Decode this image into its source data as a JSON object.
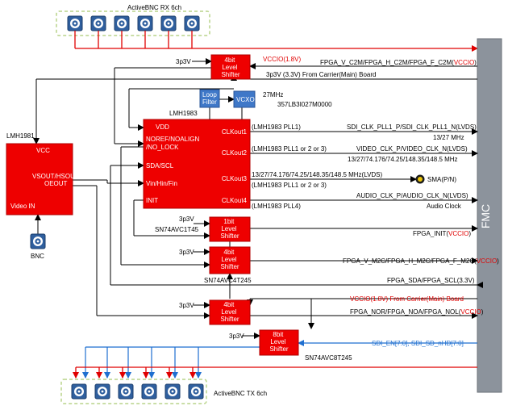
{
  "connectors": {
    "rx_title": "ActiveBNC RX 6ch",
    "tx_title": "ActiveBNC TX 6ch",
    "bnc_label": "BNC",
    "sma_label": "SMA(P/N)"
  },
  "fmc": {
    "label": "FMC"
  },
  "chips": {
    "lmh1981": {
      "name": "LMH1981",
      "vcc": "VCC",
      "pins": "VSOUT/HSOUT/\nOEOUT",
      "video_in": "Video IN"
    },
    "lmh1983": {
      "name": "LMH1983",
      "vdd": "VDD",
      "noref": "NOREF/NOALIGN\n/NO_LOCK",
      "sda": "SDA/SCL",
      "vin": "Vin/Hin/Fin",
      "init": "INIT",
      "clk1": "CLKout1",
      "clk2": "CLKout2",
      "clk3": "CLKout3",
      "clk4": "CLKout4"
    },
    "loop_filter": "Loop\nFilter",
    "vcxo": "VCXO",
    "vcxo_freq": "27MHz",
    "vcxo_part": "357LB3I027M0000"
  },
  "shifters": [
    {
      "label": "4bit\nLevel\nShifter",
      "supply": "3p3V",
      "part": ""
    },
    {
      "label": "1bit\nLevel\nShifter",
      "supply": "3p3V",
      "part": "SN74AVC1T45"
    },
    {
      "label": "4bit\nLevel\nShifter",
      "supply": "3p3V",
      "part": "SN74AVC4T245"
    },
    {
      "label": "4bit\nLevel\nShifter",
      "supply": "3p3V",
      "part": ""
    },
    {
      "label": "8bit\nLevel\nShifter",
      "supply": "3p3V",
      "part": "SN74AVC8T245"
    }
  ],
  "signals": {
    "vccio_top": "VCCIO(1.8V)",
    "fpga_v_c2m": "FPGA_V_C2M/FPGA_H_C2M/FPGA_F_C2M(",
    "vccio": "VCCIO",
    "close_paren": ")",
    "carrier_3p3": "3p3V (3.3V) From Carrier(Main) Board",
    "pll1_tag": "(LMH1983 PLL1)",
    "sdi_clk": "SDI_CLK_PLL1_P/SDI_CLK_PLL1_N(LVDS)",
    "freq_13_27": "13/27 MHz",
    "pll_1or2or3": "(LMH1983 PLL1 or 2 or 3)",
    "video_clk": "VIDEO_CLK_P/VIDEO_CLK_N(LVDS)",
    "freq_list": "13/27/74.176/74.25/148.35/148.5  MHz",
    "clk3_freq": "13/27/74.176/74.25/148.35/148.5  MHz(LVDS)",
    "pll4_tag": "(LMH1983 PLL4)",
    "audio_clk": "AUDIO_CLK_P/AUDIO_CLK_N(LVDS)",
    "audio_clock": "Audio Clock",
    "fpga_init": "FPGA_INIT(",
    "fpga_v_m2c": "FPGA_V_M2C/FPGA_H_M2C/FPGA_F_M2C(",
    "fpga_sda": "FPGA_SDA/FPGA_SCL(3.3V)",
    "vccio_carrier": "VCCIO(1.8V)  From Carrier(Main) Board",
    "fpga_nor": "FPGA_NOR/FPGA_NOA/FPGA_NOL(",
    "sdi_en": "SDI_EN[7:0], SDI_SD_nHD[7:0]"
  },
  "colors": {
    "red": "#e00000",
    "block_red": "#ee0000",
    "blue": "#1f6fd0",
    "fmc_gray": "#8c939c",
    "chip_blue": "#3f78c8"
  }
}
